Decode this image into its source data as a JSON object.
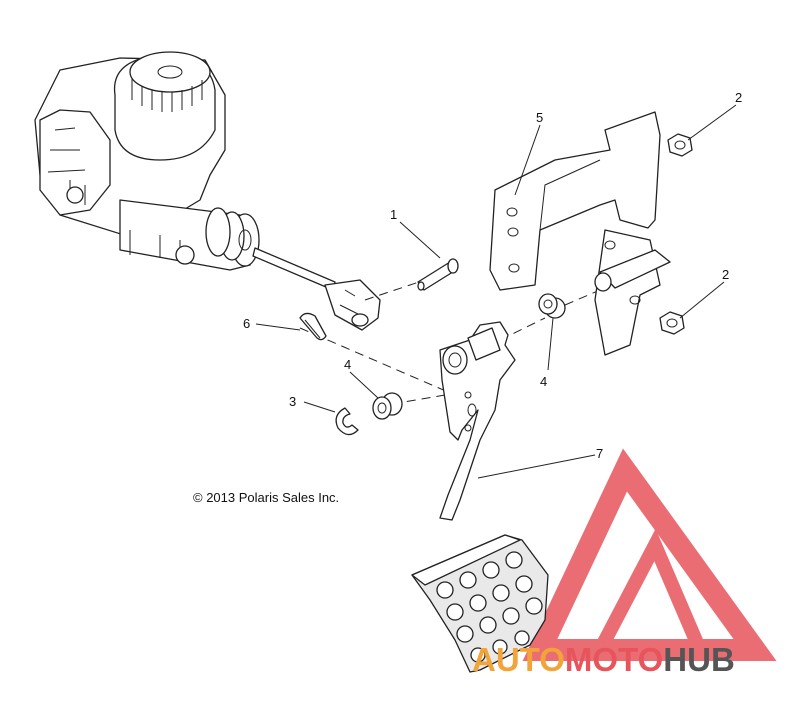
{
  "copyright": "© 2013 Polaris Sales Inc.",
  "watermark": {
    "text_part1": "AUTO",
    "text_part2": "MOTO",
    "text_part3": "HUB",
    "colors": {
      "primary": "#e8545c",
      "secondary": "#f2a33a",
      "dark": "#555555"
    }
  },
  "callouts": {
    "c1": "1",
    "c2a": "2",
    "c2b": "2",
    "c3": "3",
    "c4a": "4",
    "c4b": "4",
    "c5": "5",
    "c6": "6",
    "c7": "7"
  }
}
